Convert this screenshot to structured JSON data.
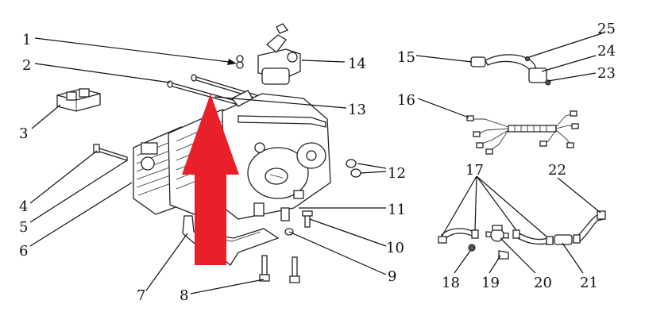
{
  "callouts": [
    {
      "label": "1"
    },
    {
      "label": "2"
    },
    {
      "label": "3"
    },
    {
      "label": "4"
    },
    {
      "label": "5"
    },
    {
      "label": "6"
    },
    {
      "label": "7"
    },
    {
      "label": "8"
    },
    {
      "label": "9"
    },
    {
      "label": "10"
    },
    {
      "label": "11"
    },
    {
      "label": "12"
    },
    {
      "label": "13"
    },
    {
      "label": "14"
    },
    {
      "label": "15"
    },
    {
      "label": "16"
    },
    {
      "label": "17"
    },
    {
      "label": "18"
    },
    {
      "label": "19"
    },
    {
      "label": "20"
    },
    {
      "label": "21"
    },
    {
      "label": "22"
    },
    {
      "label": "23"
    },
    {
      "label": "24"
    },
    {
      "label": "25"
    }
  ],
  "arrow_color": "#e8202a"
}
